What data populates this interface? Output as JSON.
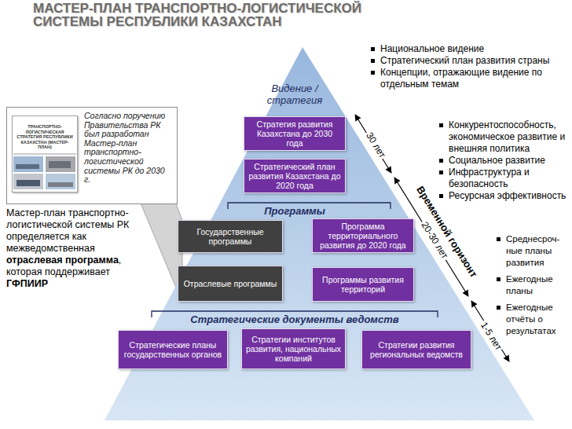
{
  "diagram": {
    "title": "МАСТЕР-ПЛАН ТРАНСПОРТНО-ЛОГИСТИЧЕСКОЙ СИСТЕМЫ РЕСПУБЛИКИ КАЗАХСТАН",
    "nodes": [
      {
        "text": [
          "Согласно поручению Правительства РК был разработан Мастер-план транспортно-логистической системы РК до 2030 г."
        ]
      },
      {
        "text": [
          "ТРАНСПОРТНО-ЛОГИСТИЧЕСКАЯ СТРАТЕГИЯ РЕСПУБЛИКИ КАЗАХСТАН (МАСТЕР-ПЛАН)"
        ],
        "in": 0
      },
      {
        "text": [
          "Видение / стратегия",
          "Программы",
          "Стратегические документы ведомств"
        ]
      },
      {
        "text": [
          "Стратегия развития Казахстана до 2030 года"
        ],
        "in": 2
      },
      {
        "text": [
          "Стратегический план развития Казахстана до 2020 года"
        ],
        "in": 2
      },
      {
        "text": [
          "Государственные программы"
        ],
        "in": 2
      },
      {
        "text": [
          "Программа территориального развития до 2020 года"
        ],
        "in": 2
      },
      {
        "text": [
          "Отраслевые программы"
        ],
        "in": 2
      },
      {
        "text": [
          "Программы развития территорий"
        ],
        "in": 2
      },
      {
        "text": [
          "Стратегические планы государственных органов"
        ],
        "in": 2
      },
      {
        "text": [
          "Стратегии институтов развития, национальных компаний"
        ],
        "in": 2
      },
      {
        "text": [
          "Стратегии развития региональных ведомств"
        ],
        "in": 2
      }
    ],
    "labels": [
      "Национальное видение",
      "Стратегический план развития страны",
      "Концепции, отражающие видение по отдельным темам",
      "Конкурентоспособность, экономическое развитие и внешняя политика",
      "Социальное развитие",
      "Инфраструктура и безопасность",
      "Ресурсная эффективность",
      "Среднесроч-ные планы развития",
      "Ежегодные планы",
      "Ежегодные отчёты о результатах",
      "30 лет",
      "Временной горизонт",
      "20-30 лет",
      "1-5 лет",
      "Мастер-план транспортно-логистической системы РК определяется как межведомственная",
      "отраслевая программа",
      ", которая поддерживает",
      "ГФПИИР"
    ]
  }
}
